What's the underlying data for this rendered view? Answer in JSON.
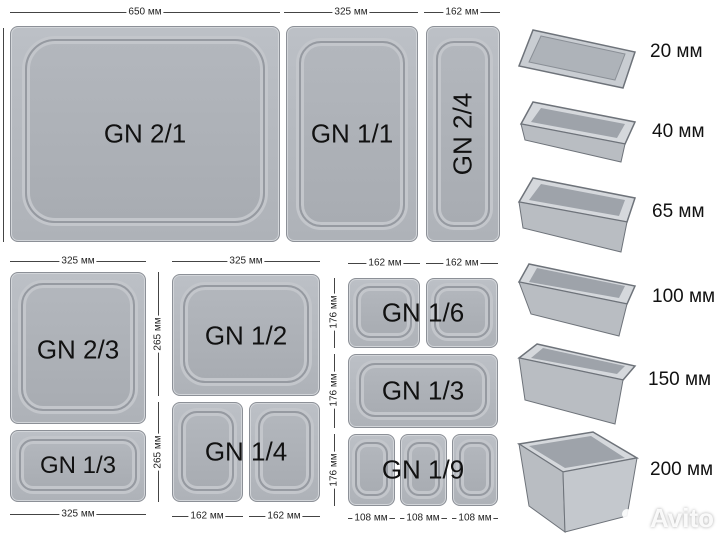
{
  "pans": [
    {
      "id": "gn-2-1",
      "label": "GN 2/1"
    },
    {
      "id": "gn-1-1",
      "label": "GN 1/1"
    },
    {
      "id": "gn-2-4",
      "label": "GN 2/4"
    },
    {
      "id": "gn-2-3",
      "label": "GN 2/3"
    },
    {
      "id": "gn-1-3-a",
      "label": "GN 1/3"
    },
    {
      "id": "gn-1-2",
      "label": "GN 1/2"
    },
    {
      "id": "gn-1-4",
      "label": "GN 1/4"
    },
    {
      "id": "gn-1-6",
      "label": "GN 1/6"
    },
    {
      "id": "gn-1-3-b",
      "label": "GN 1/3"
    },
    {
      "id": "gn-1-9",
      "label": "GN 1/9"
    }
  ],
  "dimensions": {
    "d650": "650 мм",
    "d325": "325 мм",
    "d162": "162 мм",
    "d265": "265 мм",
    "d176": "176 мм",
    "d108": "108 мм"
  },
  "depths": [
    "20 мм",
    "40 мм",
    "65 мм",
    "100 мм",
    "150 мм",
    "200 мм"
  ],
  "watermark": "Avito",
  "colors": {
    "tray": "#b0b4ba",
    "steel": "#c9cdd2",
    "line": "#444444"
  }
}
